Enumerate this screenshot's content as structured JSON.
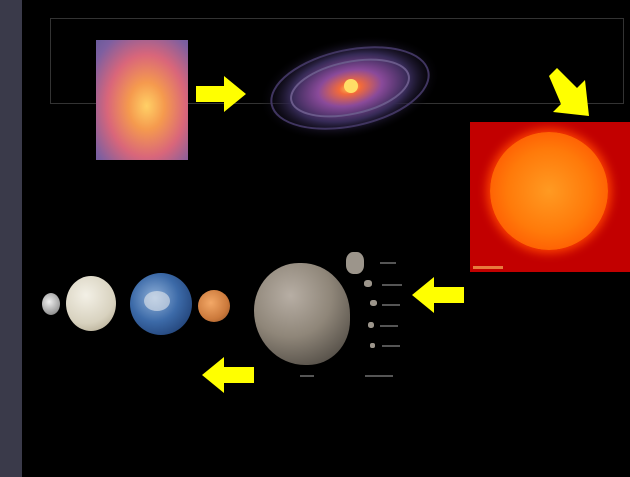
{
  "scene": {
    "stages": [
      {
        "name": "protostellar-cloud"
      },
      {
        "name": "protoplanetary-disk"
      },
      {
        "name": "sun"
      },
      {
        "name": "asteroids"
      },
      {
        "name": "terrestrial-planets"
      }
    ],
    "colors": {
      "background": "#000000",
      "sidebar": "#3a3a4a",
      "arrow": "#ffff00",
      "sun_background": "#c20000"
    },
    "icons": [
      "arrow-right-icon",
      "arrow-down-right-icon",
      "arrow-left-icon"
    ]
  }
}
